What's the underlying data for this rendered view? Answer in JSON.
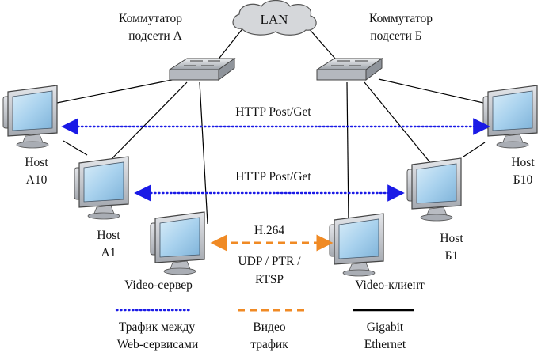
{
  "cloud": {
    "label": "LAN"
  },
  "switch_a": {
    "line1": "Коммутатор",
    "line2": "подсети А"
  },
  "switch_b": {
    "line1": "Коммутатор",
    "line2": "подсети Б"
  },
  "hosts": {
    "a10": {
      "line1": "Host",
      "line2": "А10"
    },
    "a1": {
      "line1": "Host",
      "line2": "А1"
    },
    "b10": {
      "line1": "Host",
      "line2": "Б10"
    },
    "b1": {
      "line1": "Host",
      "line2": "Б1"
    },
    "video_server": {
      "label": "Video-сервер"
    },
    "video_client": {
      "label": "Video-клиент"
    }
  },
  "flows": {
    "http_top": "HTTP Post/Get",
    "http_mid": "HTTP Post/Get",
    "h264": "H.264",
    "proto_line1": "UDP / PTR /",
    "proto_line2": "RTSP"
  },
  "legend": {
    "web_line1": "Трафик между",
    "web_line2": "Web-сервисами",
    "video_line1": "Видео",
    "video_line2": "трафик",
    "eth_line1": "Gigabit",
    "eth_line2": "Ethernet"
  },
  "colors": {
    "web_traffic": "#1a1ae6",
    "video_traffic": "#f08a24",
    "ethernet": "#000000",
    "screen": "#a9d2ee",
    "device_body": "#c8cbd0"
  }
}
